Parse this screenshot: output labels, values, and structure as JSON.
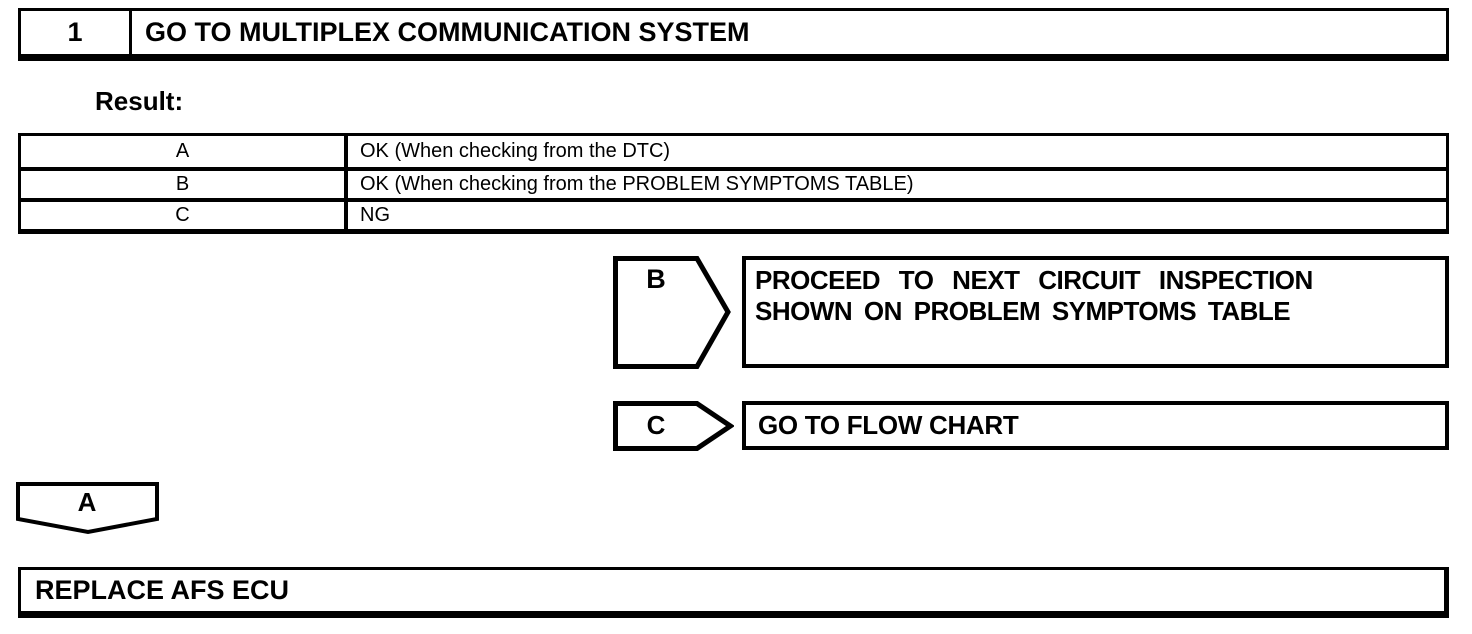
{
  "colors": {
    "ink": "#000000",
    "paper": "#ffffff"
  },
  "step": {
    "number": "1",
    "title": "GO TO MULTIPLEX COMMUNICATION SYSTEM"
  },
  "result": {
    "label": "Result:",
    "table": {
      "rows": [
        {
          "code": "A",
          "description": "OK (When checking from the DTC)"
        },
        {
          "code": "B",
          "description": "OK (When checking from the PROBLEM SYMPTOMS TABLE)"
        },
        {
          "code": "C",
          "description": "NG"
        }
      ]
    }
  },
  "branches": {
    "b": {
      "label": "B",
      "action_line1": "PROCEED TO NEXT CIRCUIT INSPECTION",
      "action_line2": "SHOWN ON PROBLEM SYMPTOMS TABLE"
    },
    "c": {
      "label": "C",
      "action": "GO TO FLOW CHART"
    }
  },
  "connector": {
    "label": "A"
  },
  "final_step": {
    "title": "REPLACE AFS ECU"
  }
}
